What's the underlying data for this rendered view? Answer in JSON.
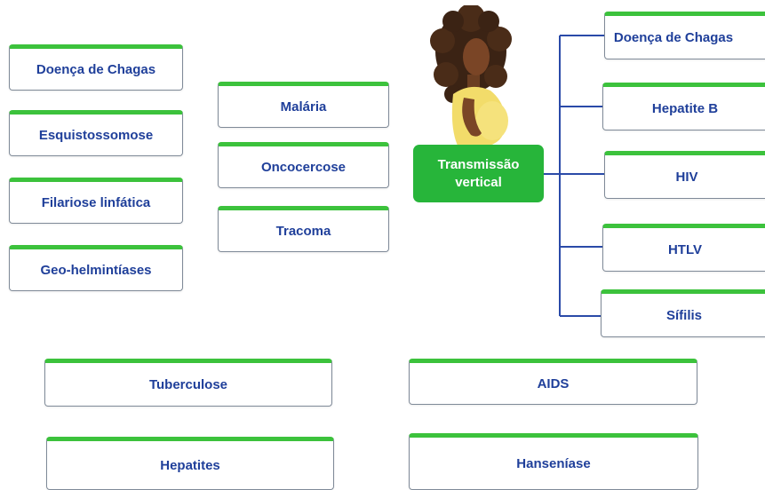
{
  "left_column": [
    "Doença de Chagas",
    "Esquistossomose",
    "Filariose linfática",
    "Geo-helmintíases"
  ],
  "middle_column": [
    "Malária",
    "Oncocercose",
    "Tracoma"
  ],
  "center_node": "Transmissão vertical",
  "vertical_transmission": [
    "Doença de Chagas",
    "Hepatite B",
    "HIV",
    "HTLV",
    "Sífilis"
  ],
  "bottom_boxes": [
    "Tuberculose",
    "AIDS",
    "Hepatites",
    "Hanseníase"
  ],
  "colors": {
    "accent_green": "#3cc23c",
    "center_green": "#27b53a",
    "text_blue": "#1f3f9a",
    "connector_blue": "#2a4aa8"
  },
  "illustration": "pregnant-woman"
}
